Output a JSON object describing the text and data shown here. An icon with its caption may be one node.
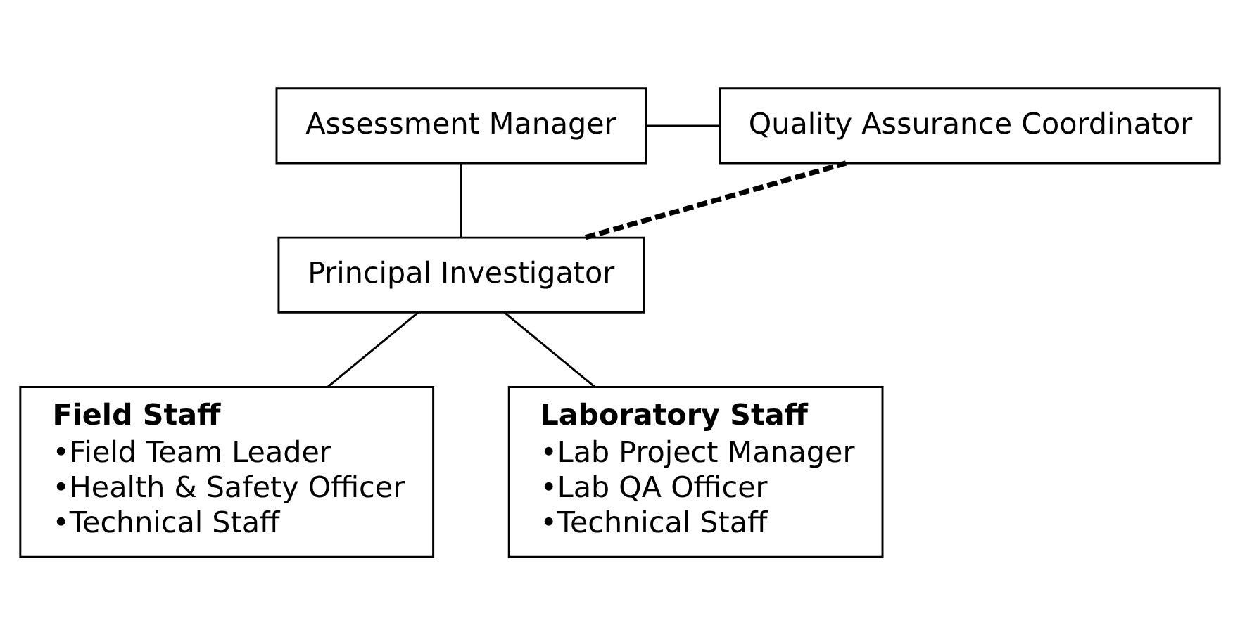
{
  "diagram": {
    "nodes": [
      {
        "text": [
          "Assessment Manager"
        ]
      },
      {
        "text": [
          "Quality Assurance Coordinator"
        ]
      },
      {
        "text": [
          "Principal Investigator"
        ]
      },
      {
        "text": [
          "Field Staff",
          "•Field Team Leader",
          "•Health & Safety Officer",
          "•Technical Staff"
        ]
      },
      {
        "text": [
          "Laboratory Staff",
          "•Lab Project Manager",
          "•Lab QA Officer",
          "•Technical Staff"
        ]
      }
    ],
    "edges": [
      {
        "from": 0,
        "to": 1,
        "arrow": "none"
      },
      {
        "from": 0,
        "to": 2,
        "arrow": "none"
      },
      {
        "from": 2,
        "to": 1,
        "arrow": "none",
        "style": "dashed"
      },
      {
        "from": 2,
        "to": 3,
        "arrow": "none"
      },
      {
        "from": 2,
        "to": 4,
        "arrow": "none"
      }
    ]
  }
}
